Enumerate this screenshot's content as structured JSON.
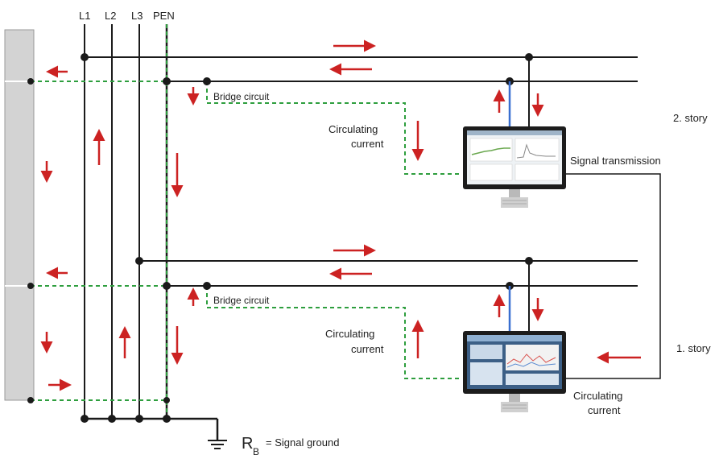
{
  "conductors": [
    "L1",
    "L2",
    "L3",
    "PEN"
  ],
  "labels": {
    "bridge_circuit_upper": "Bridge circuit",
    "bridge_circuit_lower": "Bridge circuit",
    "circulating_upper_1": "Circulating",
    "circulating_upper_2": "current",
    "circulating_lower_1": "Circulating",
    "circulating_lower_2": "current",
    "circulating_right_1": "Circulating",
    "circulating_right_2": "current",
    "signal_transmission": "Signal transmission",
    "story_2": "2. story",
    "story_1": "1. story",
    "rb_main": "R",
    "rb_sub": "B",
    "signal_ground": "= Signal ground"
  },
  "colors": {
    "wire": "#1a1a1a",
    "arrow": "#cc2222",
    "green_dashed": "#2e9e3e",
    "signal_blue": "#3a6fd0",
    "wall": "#d3d3d3"
  },
  "icons": [
    "monitor-icon",
    "ground-symbol-icon"
  ]
}
